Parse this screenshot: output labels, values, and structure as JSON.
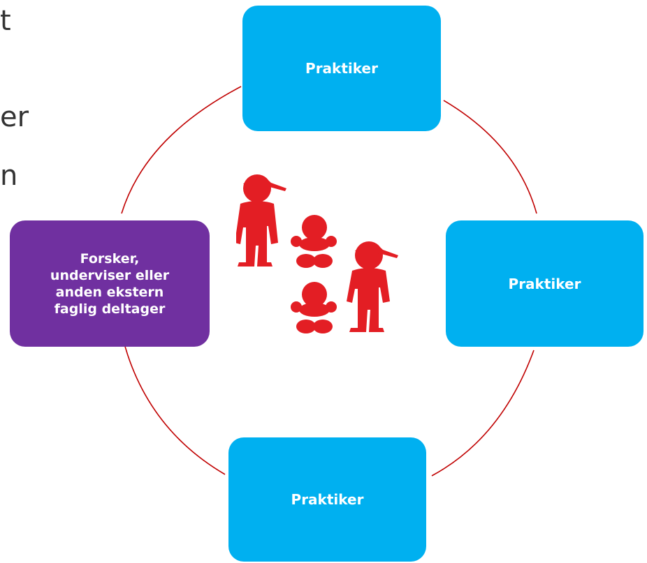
{
  "left_text_fragments": [
    "t",
    "er",
    "n"
  ],
  "nodes": {
    "top": "Praktiker",
    "right": "Praktiker",
    "bottom": "Praktiker",
    "left": "Forsker,\nunderviser eller\nanden ekstern\nfaglig deltager"
  },
  "colors": {
    "practitioner_box": "#00b0f0",
    "external_box": "#7030a0",
    "ring": "#c00000",
    "figures": "#e31e24"
  },
  "icons": [
    "person-with-cap-icon",
    "child-icon",
    "person-with-cap-icon",
    "child-icon"
  ]
}
